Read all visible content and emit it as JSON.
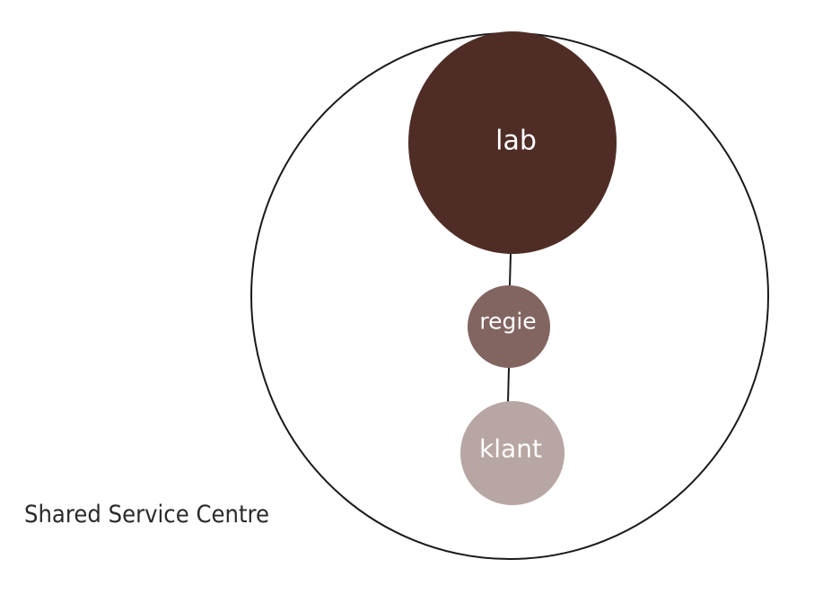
{
  "diagram": {
    "container_label": "Shared Service Centre",
    "nodes": [
      {
        "id": "lab",
        "label": "lab",
        "color": "#4f2d26"
      },
      {
        "id": "regie",
        "label": "regie",
        "color": "#826561"
      },
      {
        "id": "klant",
        "label": "klant",
        "color": "#b7a6a3"
      }
    ],
    "edges": [
      {
        "from": "lab",
        "to": "regie"
      },
      {
        "from": "regie",
        "to": "klant"
      }
    ],
    "outline_color": "#1a1a1a",
    "line_color": "#1a1a1a"
  }
}
